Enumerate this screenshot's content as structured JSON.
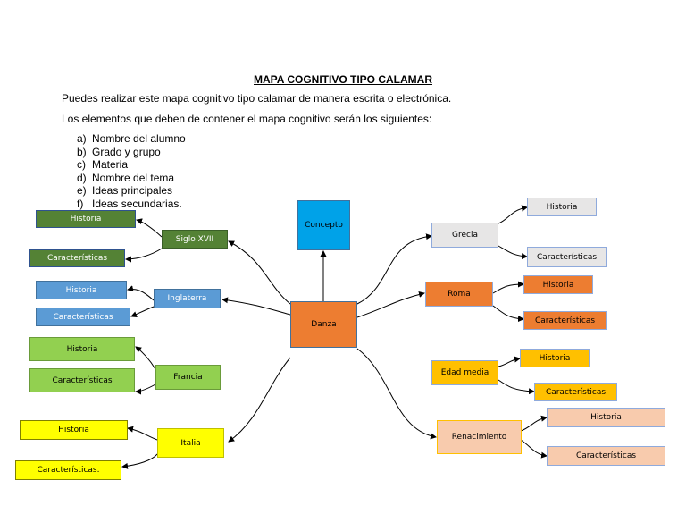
{
  "document": {
    "title": "MAPA COGNITIVO TIPO CALAMAR",
    "intro_1": "Puedes realizar este mapa cognitivo tipo calamar de manera escrita o electrónica.",
    "intro_2": "Los elementos que deben de contener el mapa cognitivo serán los siguientes:",
    "list": [
      {
        "letter": "a)",
        "text": "Nombre del alumno"
      },
      {
        "letter": "b)",
        "text": "Grado y grupo"
      },
      {
        "letter": "c)",
        "text": "Materia"
      },
      {
        "letter": "d)",
        "text": "Nombre del tema"
      },
      {
        "letter": "e)",
        "text": "Ideas principales"
      },
      {
        "letter": "f)",
        "text": "Ideas secundarias."
      }
    ]
  },
  "diagram": {
    "center": {
      "label": "Danza",
      "color": "#ED7D31"
    },
    "concept": {
      "label": "Concepto",
      "color": "#00A2E8"
    },
    "branches": {
      "siglo_xvii": {
        "label": "Siglo XVII",
        "color": "#548235",
        "text_color": "#ffffff",
        "historia": "Historia",
        "caracteristicas": "Características"
      },
      "inglaterra": {
        "label": "Inglaterra",
        "color": "#5B9BD5",
        "text_color": "#ffffff",
        "historia": "Historia",
        "caracteristicas": "Características"
      },
      "francia": {
        "label": "Francia",
        "color": "#92D050",
        "text_color": "#000000",
        "historia": "Historia",
        "caracteristicas": "Características"
      },
      "italia": {
        "label": "Italia",
        "color": "#FFFF00",
        "text_color": "#000000",
        "historia": "Historia",
        "caracteristicas": "Características."
      },
      "grecia": {
        "label": "Grecia",
        "color": "#E7E6E6",
        "text_color": "#000000",
        "historia": "Historia",
        "caracteristicas": "Características"
      },
      "roma": {
        "label": "Roma",
        "color": "#ED7D31",
        "text_color": "#000000",
        "historia": "Historia",
        "caracteristicas": "Características"
      },
      "edad_media": {
        "label": "Edad media",
        "color": "#FFC000",
        "text_color": "#000000",
        "historia": "Historia",
        "caracteristicas": "Características"
      },
      "renacimiento": {
        "label": "Renacimiento",
        "color": "#F8CBAD",
        "text_color": "#000000",
        "historia": "Historia",
        "caracteristicas": "Características"
      }
    }
  }
}
